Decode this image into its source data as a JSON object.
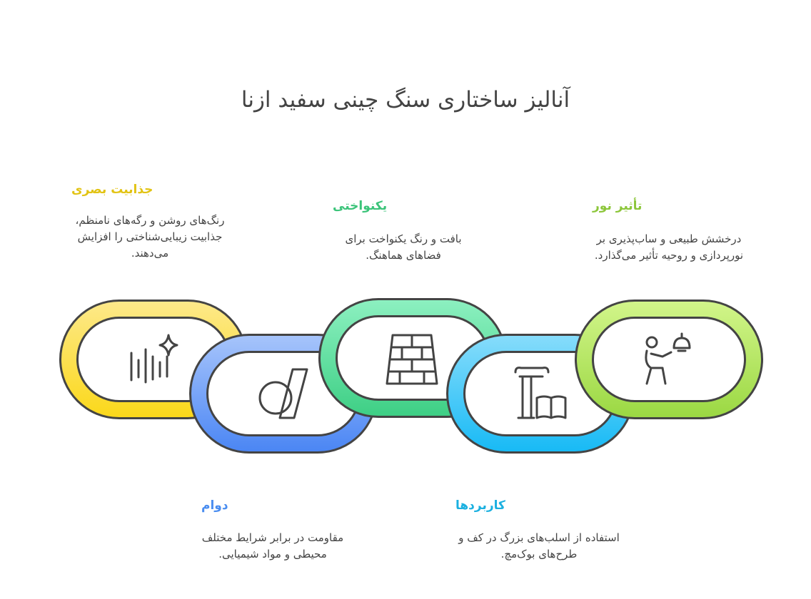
{
  "title": "آنالیز ساختاری سنگ چینی سفید ازنا",
  "items": [
    {
      "heading": "جذابیت بصری",
      "text": "رنگ‌های روشن و رگه‌های نامنظم، جذابیت زیبایی‌شناختی را افزایش می‌دهند.",
      "color": "#e2c313",
      "icon": "sound-wave-sparkle-icon"
    },
    {
      "heading": "دوام",
      "text": "مقاومت در برابر شرایط مختلف محیطی و مواد شیمیایی.",
      "color": "#4a8df0",
      "icon": "circle-slash-shape-icon"
    },
    {
      "heading": "یکنواختی",
      "text": "بافت و رنگ یکنواخت برای فضاهای هماهنگ.",
      "color": "#3cc47a",
      "icon": "brick-wall-icon"
    },
    {
      "heading": "کاربردها",
      "text": "استفاده از اسلب‌های بزرگ در کف و طرح‌های بوک‌مچ.",
      "color": "#1bb0e0",
      "icon": "column-book-icon"
    },
    {
      "heading": "تأثیر نور",
      "text": "درخشش طبیعی و ساب‌پذیری بر نورپردازی و روحیه تأثیر می‌گذارد.",
      "color": "#8cc63a",
      "icon": "person-lamp-icon"
    }
  ]
}
